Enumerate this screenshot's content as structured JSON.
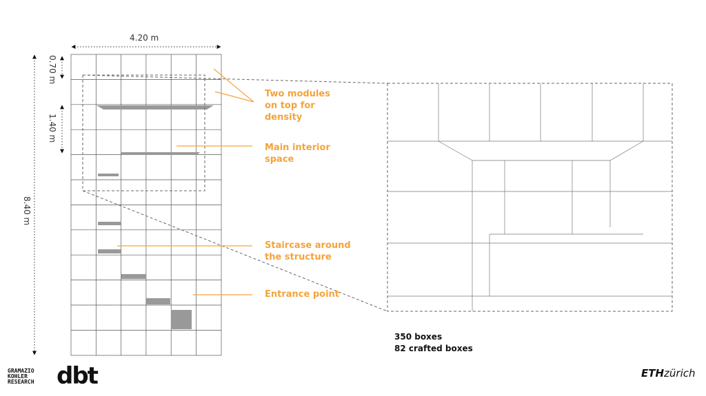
{
  "dimensions": {
    "width": "4.20 m",
    "height_total": "8.40 m",
    "top_module": "0.70 m",
    "interior": "1.40 m"
  },
  "annotations": [
    {
      "text": "Two modules on top for density"
    },
    {
      "text": "Main interior space"
    },
    {
      "text": "Staircase around the structure"
    },
    {
      "text": "Entrance point"
    }
  ],
  "stats": {
    "boxes": "350 boxes",
    "crafted": "82 crafted boxes"
  },
  "logos": {
    "gramazio": "GRAMAZIO KOHLER RESEARCH",
    "dbt": "dbt",
    "eth_bold": "ETH",
    "eth_rest": "zürich"
  },
  "colors": {
    "accent": "#f5a33a"
  }
}
